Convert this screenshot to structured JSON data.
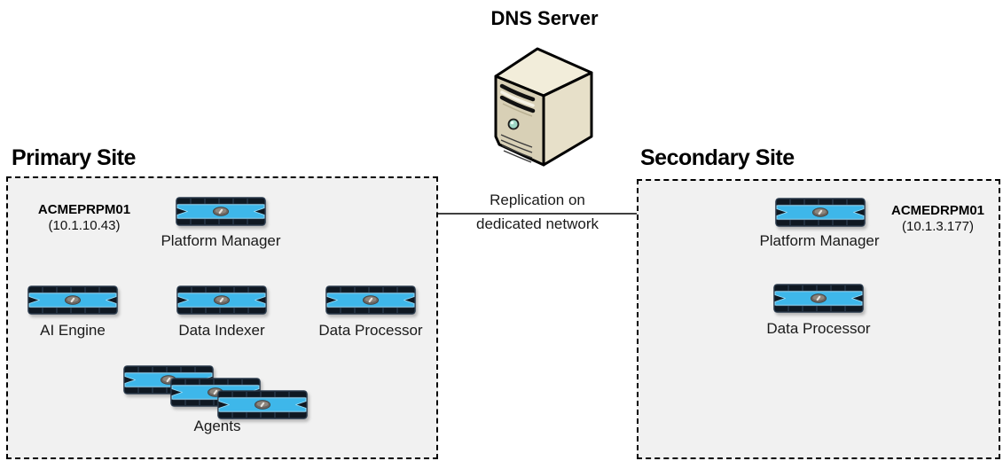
{
  "diagram": {
    "dns": {
      "title": "DNS Server"
    },
    "connection": {
      "label_line1": "Replication on",
      "label_line2": "dedicated network"
    },
    "primary_site": {
      "title": "Primary Site",
      "platform_manager": {
        "hostname": "ACMEPRPM01",
        "ip": "(10.1.10.43)",
        "label": "Platform Manager"
      },
      "devices": [
        {
          "label": "AI Engine"
        },
        {
          "label": "Data Indexer"
        },
        {
          "label": "Data Processor"
        }
      ],
      "agents": {
        "label": "Agents",
        "count": 3
      }
    },
    "secondary_site": {
      "title": "Secondary Site",
      "platform_manager": {
        "hostname": "ACMEDRPM01",
        "ip": "(10.1.3.177)",
        "label": "Platform Manager"
      },
      "devices": [
        {
          "label": "Data Processor"
        }
      ]
    },
    "colors": {
      "appliance_blue": "#3eb7ea",
      "appliance_dark": "#0f1822",
      "site_background": "#f1f1f1",
      "server_beige": "#ddd5bb",
      "line_black": "#000000"
    }
  }
}
